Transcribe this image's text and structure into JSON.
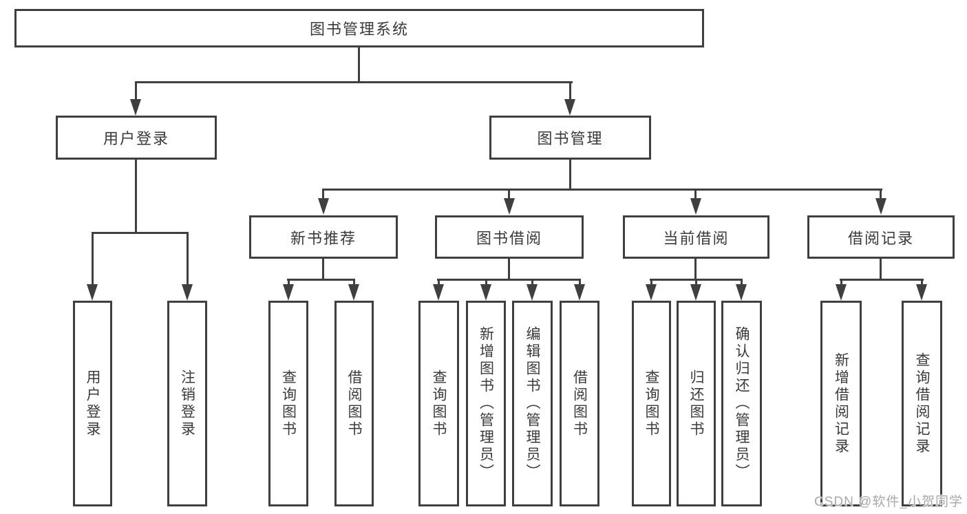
{
  "style": {
    "line_color": "#3f3f3f",
    "text_color": "#3a3a3a",
    "watermark_color": "#a8a8a8",
    "background": "#ffffff"
  },
  "tree": {
    "label": "图书管理系统",
    "children": [
      {
        "label": "用户登录",
        "children": [
          {
            "label": "用户登录"
          },
          {
            "label": "注销登录"
          }
        ]
      },
      {
        "label": "图书管理",
        "children": [
          {
            "label": "新书推荐",
            "children": [
              {
                "label": "查询图书"
              },
              {
                "label": "借阅图书"
              }
            ]
          },
          {
            "label": "图书借阅",
            "children": [
              {
                "label": "查询图书"
              },
              {
                "label": "新增图书（管理员）"
              },
              {
                "label": "编辑图书（管理员）"
              },
              {
                "label": "借阅图书"
              }
            ]
          },
          {
            "label": "当前借阅",
            "children": [
              {
                "label": "查询图书"
              },
              {
                "label": "归还图书"
              },
              {
                "label": "确认归还（管理员）"
              }
            ]
          },
          {
            "label": "借阅记录",
            "children": [
              {
                "label": "新增借阅记录"
              },
              {
                "label": "查询借阅记录"
              }
            ]
          }
        ]
      }
    ]
  },
  "watermark": {
    "text": "CSDN @软件_小贺同学"
  }
}
